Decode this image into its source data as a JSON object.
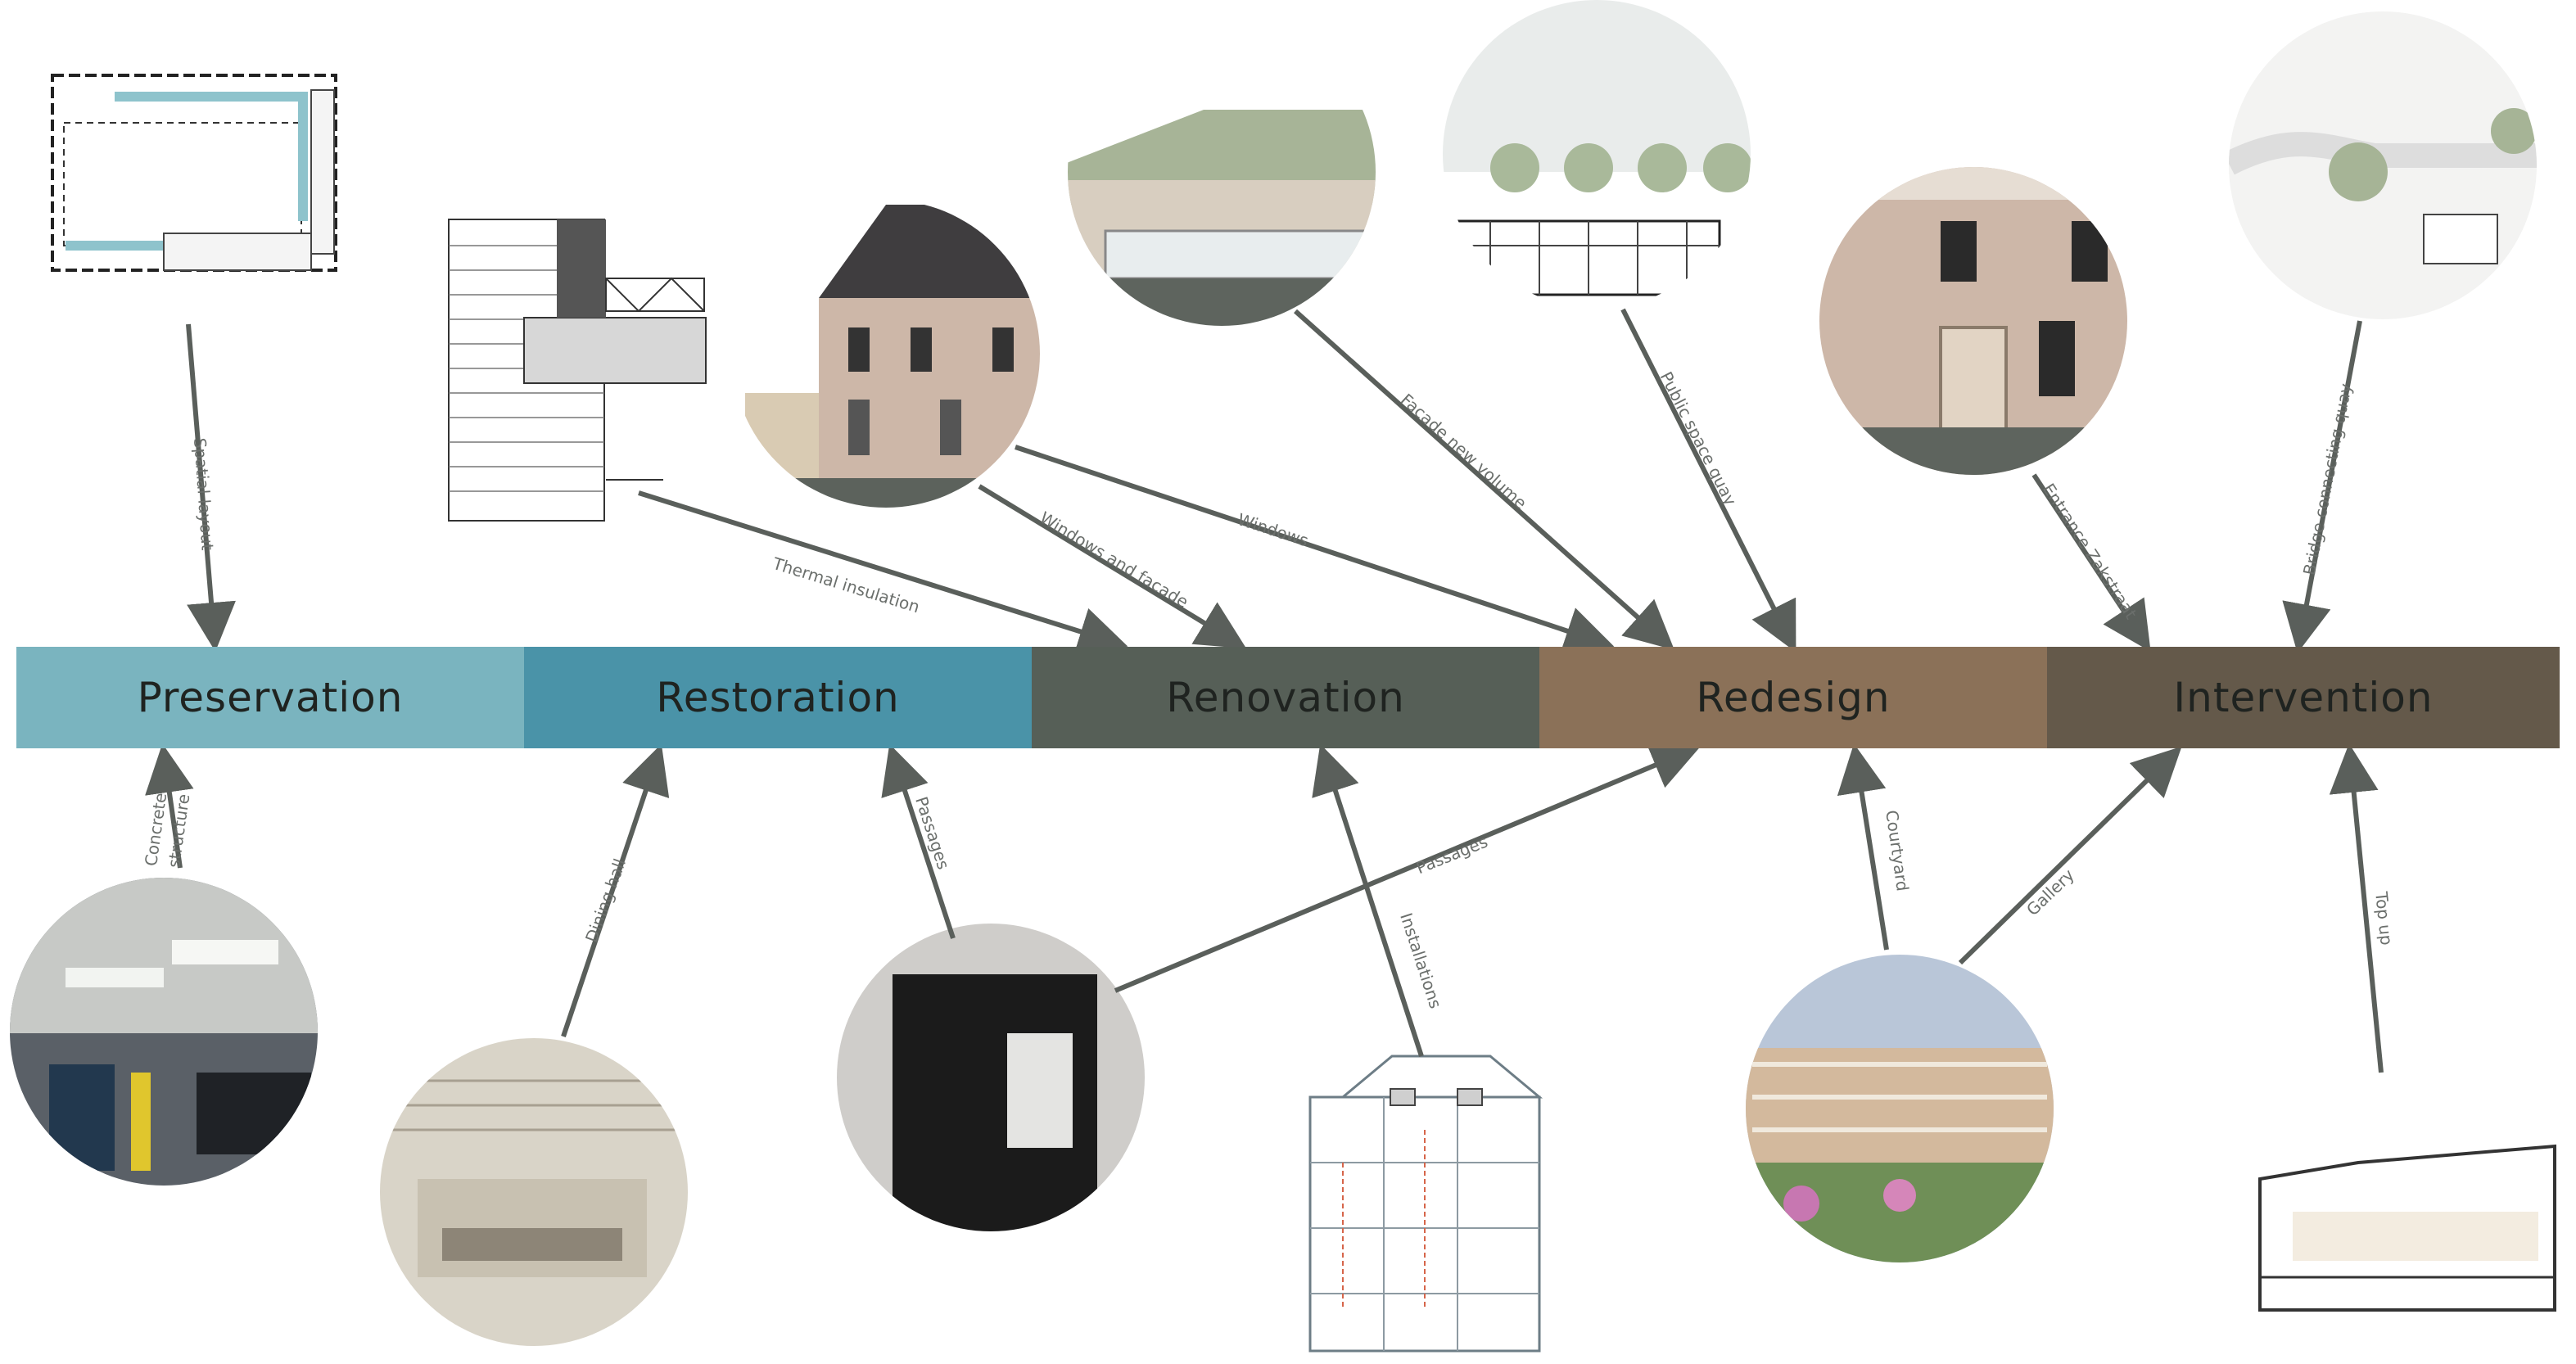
{
  "phases": [
    {
      "label": "Preservation",
      "color": "#7ab4bf"
    },
    {
      "label": "Restoration",
      "color": "#4a93a8"
    },
    {
      "label": "Renovation",
      "color": "#565f57"
    },
    {
      "label": "Redesign",
      "color": "#8b7158"
    },
    {
      "label": "Intervention",
      "color": "#64594a"
    }
  ],
  "connections": {
    "spatial_layout": "Spatial layout",
    "thermal_insulation": "Thermal insulation",
    "windows_and_facade": "Windows and facade",
    "windows": "Windows",
    "facade_new_volume": "Facade new volume",
    "public_space_quay": "Public space quay",
    "entrance_zakstraat": "Entrance Zakstraat",
    "bridge_connecting_quay": "Bridge connecting quay",
    "concrete_structure_1": "Concrete",
    "concrete_structure_2": "structure",
    "dining_hall": "Dining hall",
    "passages_restoration": "Passages",
    "passages_redesign": "Passages",
    "installations": "Installations",
    "courtyard": "Courtyard",
    "gallery": "Gallery",
    "top_up": "Top up"
  },
  "arrow_color": "#5a5f5b"
}
